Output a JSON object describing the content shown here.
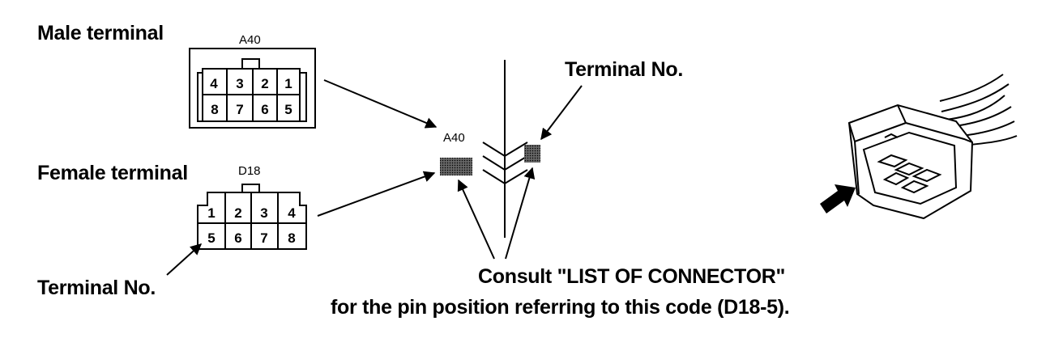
{
  "labels": {
    "male_terminal": "Male terminal",
    "female_terminal": "Female terminal",
    "terminal_no_top": "Terminal No.",
    "terminal_no_bottom": "Terminal No.",
    "consult_line1": "Consult   \"LIST OF CONNECTOR\"",
    "consult_line2": "for the pin position referring to this code (D18-5)."
  },
  "connectors": {
    "male": {
      "code": "A40",
      "top_row": [
        "4",
        "3",
        "2",
        "1"
      ],
      "bottom_row": [
        "8",
        "7",
        "6",
        "5"
      ]
    },
    "female": {
      "code": "D18",
      "top_row": [
        "1",
        "2",
        "3",
        "4"
      ],
      "bottom_row": [
        "5",
        "6",
        "7",
        "8"
      ]
    },
    "wiring_code": "A40"
  }
}
